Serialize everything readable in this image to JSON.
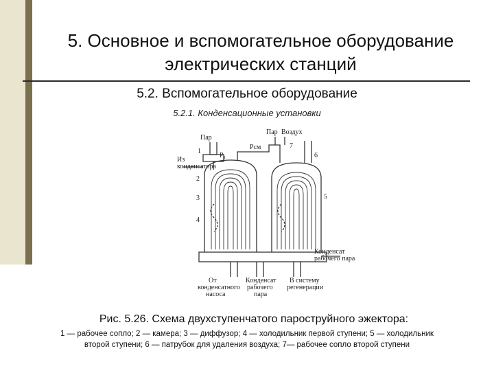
{
  "slide": {
    "title_line1": "5. Основное и вспомогательное оборудование",
    "title_line2": "электрических станций",
    "subtitle": "5.2. Вспомогательное оборудование",
    "subsubtitle": "5.2.1. Конденсационные установки"
  },
  "diagram_labels": {
    "steam_left": "Пар",
    "steam_right": "Пар",
    "air": "Воздух",
    "from_condenser_1": "Из",
    "from_condenser_2": "конденсатора",
    "p1": "Р₁",
    "p_cm": "Рсм",
    "n1": "1",
    "n2": "2",
    "n3": "3",
    "n4": "4",
    "n5": "5",
    "n6": "6",
    "n7": "7",
    "condensate_work_1": "Конденсат",
    "condensate_work_2": "рабочего пара",
    "from_pump_1": "От",
    "from_pump_2": "конденсатного",
    "from_pump_3": "насоса",
    "condensate_bottom_1": "Конденсат",
    "condensate_bottom_2": "рабочего",
    "condensate_bottom_3": "пара",
    "regen_1": "В систему",
    "regen_2": "регенерации"
  },
  "caption": {
    "figure": "Рис. 5.26. Схема двухступенчатого пароструйного эжектора:",
    "legend_line1": "1 — рабочее сопло; 2 — камера; 3 — диффузор; 4 — холодильник первой ступени; 5 — холодильник",
    "legend_line2": "второй ступени; 6 — патрубок для удаления воздуха; 7— рабочее сопло второй ступени"
  },
  "colors": {
    "accent_band": "#e9e5cf",
    "accent_bar": "#7a7050",
    "rule": "#2a2a2a"
  }
}
